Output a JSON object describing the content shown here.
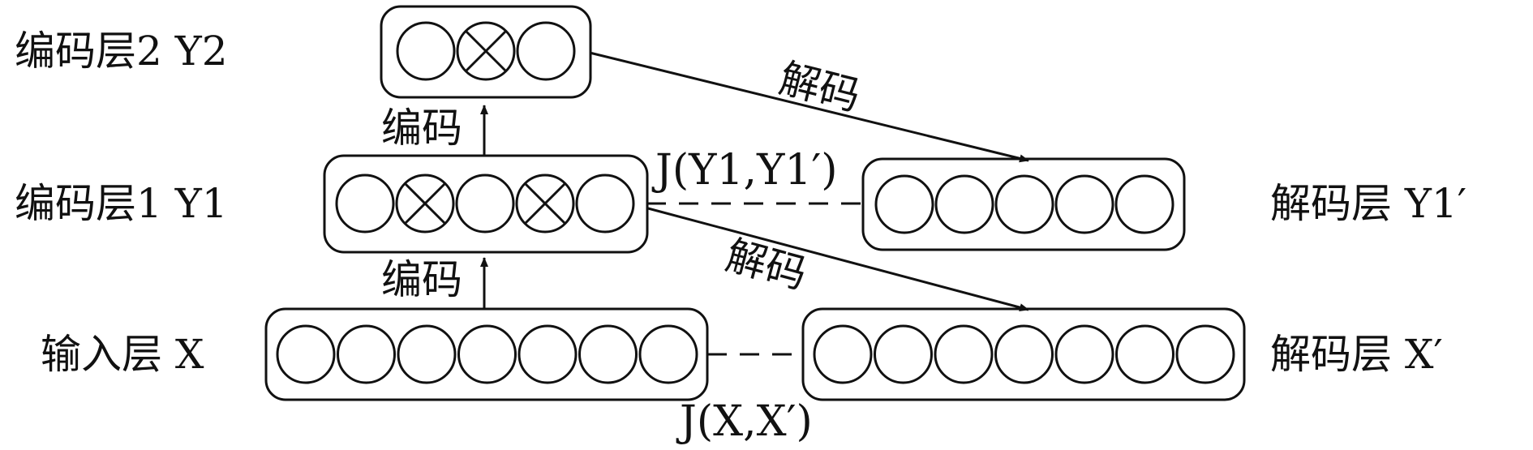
{
  "labels": {
    "encode_layer_2": "编码层2 Y2",
    "encode_layer_1": "编码层1 Y1",
    "input_layer": "输入层  X",
    "decode_layer_y1": "解码层  Y1′",
    "decode_layer_x": "解码层  X′",
    "encode_arrow_upper": "编码",
    "encode_arrow_lower": "编码",
    "decode_arrow_upper": "解码",
    "decode_arrow_lower": "解码",
    "cost_y1": "J(Y1,Y1′)",
    "cost_x": "J(X,X′)"
  },
  "layers": {
    "encode_2": [
      "plain",
      "crossed",
      "plain"
    ],
    "encode_1": [
      "plain",
      "crossed",
      "plain",
      "crossed",
      "plain"
    ],
    "input": [
      "plain",
      "plain",
      "plain",
      "plain",
      "plain",
      "plain",
      "plain"
    ],
    "decode_y1": [
      "plain",
      "plain",
      "plain",
      "plain",
      "plain"
    ],
    "decode_x": [
      "plain",
      "plain",
      "plain",
      "plain",
      "plain",
      "plain",
      "plain"
    ]
  },
  "colors": {
    "stroke": "#111111",
    "background": "#ffffff"
  }
}
